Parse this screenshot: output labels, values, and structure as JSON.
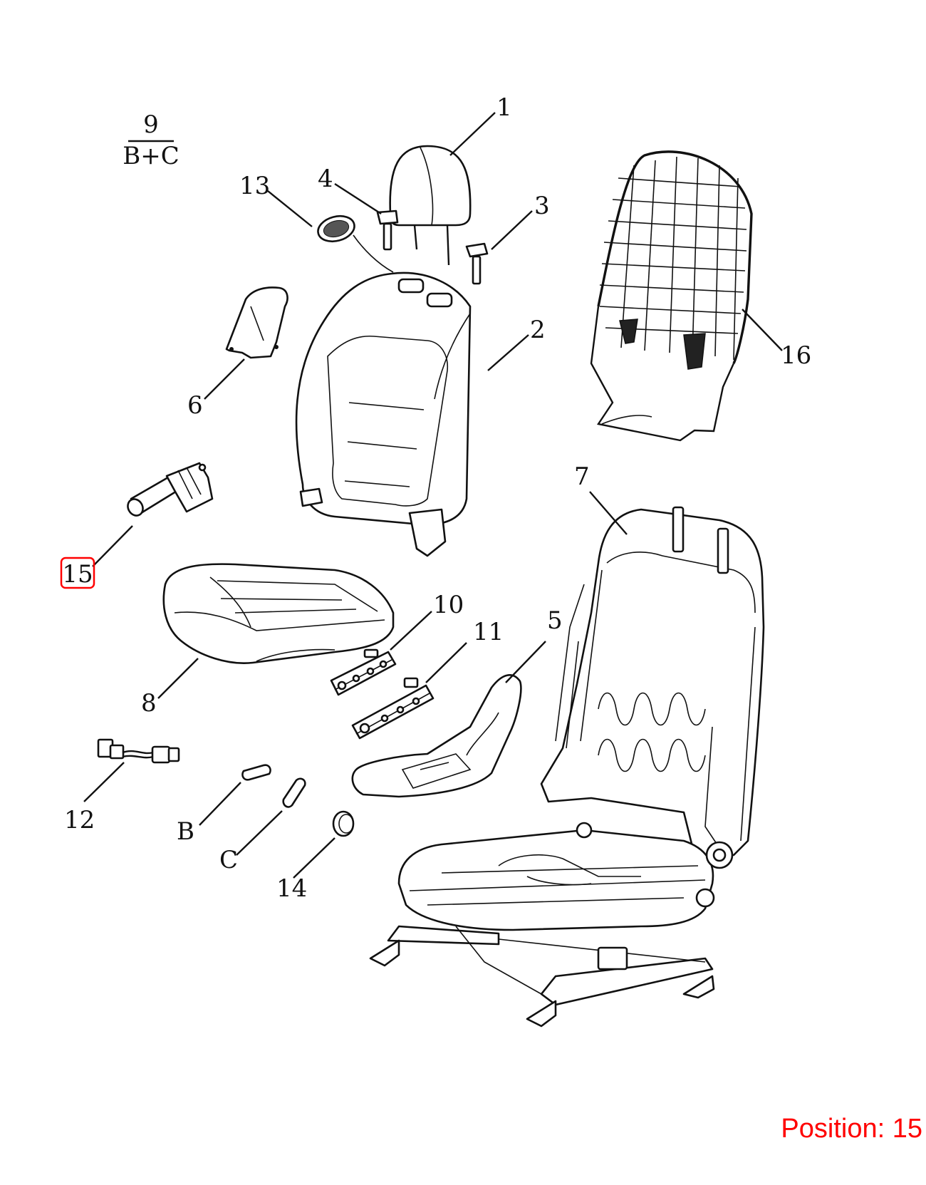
{
  "callouts": {
    "c1": "1",
    "c2": "2",
    "c3": "3",
    "c4": "4",
    "c5": "5",
    "c6": "6",
    "c7": "7",
    "c8": "8",
    "c10": "10",
    "c11": "11",
    "c12": "12",
    "c13": "13",
    "c14": "14",
    "c15": "15",
    "c16": "16",
    "cB": "B",
    "cC": "C"
  },
  "fraction": {
    "numerator": "9",
    "denominator": "B+C"
  },
  "highlighted_part": "15",
  "position_label": "Position: 15",
  "colors": {
    "highlight": "#ff0000",
    "line": "#111111",
    "background": "#ffffff"
  }
}
